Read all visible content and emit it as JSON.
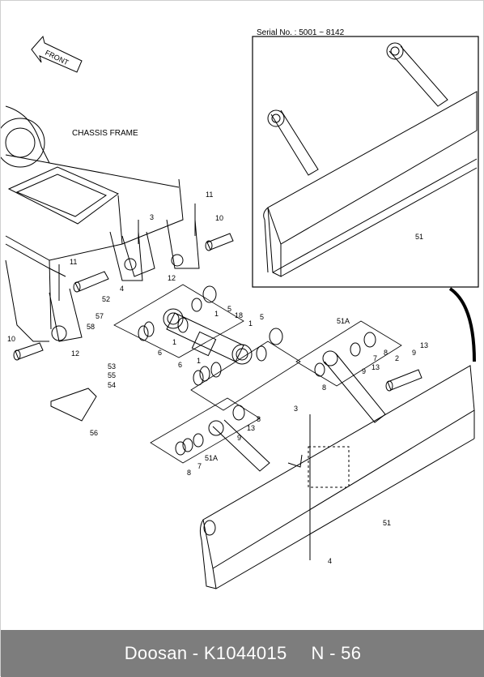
{
  "serial_note": "Serial No. : 5001 ~ 8142",
  "front_arrow_label": "FRONT",
  "chassis_frame_label": "CHASSIS FRAME",
  "callouts": {
    "c1a": "1",
    "c1b": "1",
    "c1c": "1",
    "c1d": "1",
    "c2": "2",
    "c3a": "3",
    "c3b": "3",
    "c4a": "4",
    "c4b": "4",
    "c5a": "5",
    "c5b": "5",
    "c6a": "6",
    "c6b": "6",
    "c7a": "7",
    "c7b": "7",
    "c8a": "8",
    "c8b": "8",
    "c8c": "8",
    "c8d": "8",
    "c9a": "9",
    "c9b": "9",
    "c9c": "9",
    "c10a": "10",
    "c10b": "10",
    "c11a": "11",
    "c11b": "11",
    "c12a": "12",
    "c12b": "12",
    "c13a": "13",
    "c13b": "13",
    "c13c": "13",
    "c18": "18",
    "c51a": "51",
    "c51b": "51",
    "c51Aa": "51A",
    "c51Ab": "51A",
    "c52": "52",
    "c53": "53",
    "c54": "54",
    "c55": "55",
    "c56": "56",
    "c57": "57",
    "c58": "58"
  },
  "footer": {
    "brand_part": "Doosan - K1044015",
    "page_ref": "N - 56"
  }
}
